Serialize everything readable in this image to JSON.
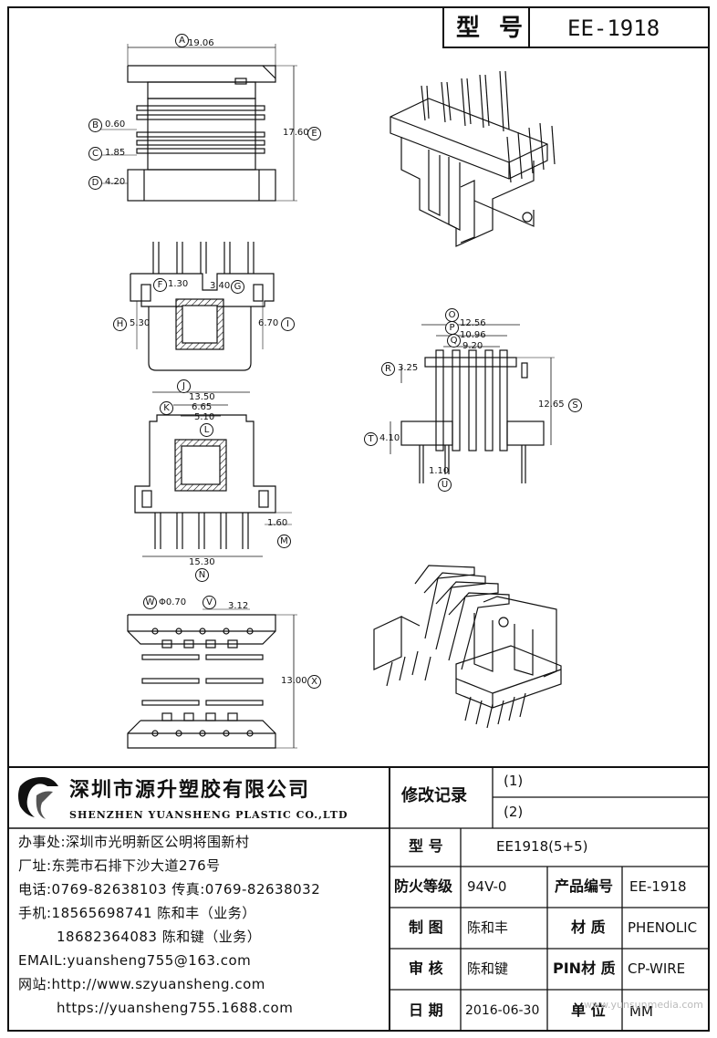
{
  "header": {
    "title_label": "型 号",
    "model": "EE-1918"
  },
  "dims": {
    "A": "19.06",
    "B": "0.60",
    "C": "1.85",
    "D": "4.20",
    "E": "17.60",
    "F": "1.30",
    "G": "3.40",
    "H": "5.30",
    "I": "6.70",
    "J": "13.50",
    "K": "6.65",
    "L": "5.10",
    "M": "1.60",
    "N": "15.30",
    "O": "12.56",
    "P": "10.96",
    "Q": "9.20",
    "R": "3.25",
    "S": "12.65",
    "T": "4.10",
    "U": "1.10",
    "V": "3.12",
    "W": "Φ0.70",
    "X": "13.00"
  },
  "dim_letters": [
    "A",
    "B",
    "C",
    "D",
    "E",
    "F",
    "G",
    "H",
    "I",
    "J",
    "K",
    "L",
    "M",
    "N",
    "O",
    "P",
    "Q",
    "R",
    "S",
    "T",
    "U",
    "V",
    "W",
    "X"
  ],
  "company": {
    "name_cn": "深圳市源升塑胶有限公司",
    "name_en": "SHENZHEN YUANSHENG PLASTIC CO.,LTD",
    "office": "办事处:深圳市光明新区公明将围新村",
    "factory": "厂址:东莞市石排下沙大道276号",
    "phone": "电话:0769-82638103 传真:0769-82638032",
    "mobile1": "手机:18565698741 陈和丰（业务）",
    "mobile2": "18682364083 陈和键（业务）",
    "email": "EMAIL:yuansheng755@163.com",
    "web1": "网站:http://www.szyuansheng.com",
    "web2": "https://yuansheng755.1688.com"
  },
  "table": {
    "revision_label": "修改记录",
    "rev1": "(1)",
    "rev2": "(2)",
    "model_label": "型 号",
    "model_value": "EE1918(5+5)",
    "fire_label": "防火等级",
    "fire_value": "94V-0",
    "product_no_label": "产品编号",
    "product_no_value": "EE-1918",
    "drawn_label": "制 图",
    "drawn_value": "陈和丰",
    "material_label": "材 质",
    "material_value": "PHENOLIC",
    "review_label": "审 核",
    "review_value": "陈和键",
    "pin_label": "PIN材 质",
    "pin_value": "CP-WIRE",
    "date_label": "日 期",
    "date_value": "2016-06-30",
    "unit_label": "单 位",
    "unit_value": "MM"
  },
  "watermark": "www.yunsunmedia.com"
}
